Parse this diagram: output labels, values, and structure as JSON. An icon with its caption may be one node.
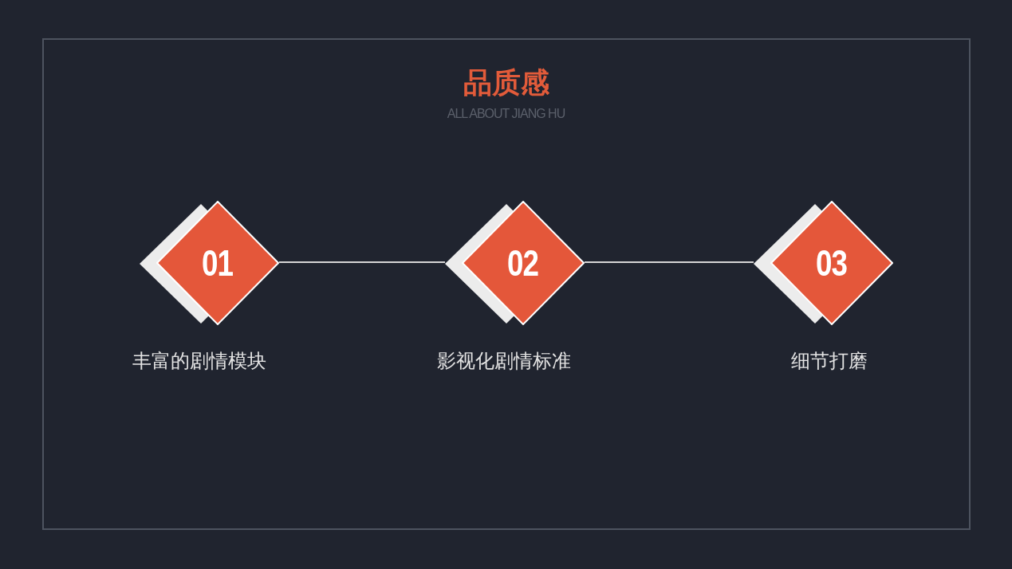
{
  "diagram": {
    "title": "品质感",
    "nodes": [
      {
        "text": [
          "01"
        ],
        "beside": [
          "丰富的剧情模块"
        ]
      },
      {
        "text": [
          "02"
        ],
        "beside": [
          "影视化剧情标准"
        ]
      },
      {
        "text": [
          "03"
        ],
        "beside": [
          "细节打磨"
        ]
      }
    ],
    "edges": [
      {
        "from": 0,
        "to": 1,
        "arrow": "none"
      },
      {
        "from": 1,
        "to": 2,
        "arrow": "none"
      }
    ],
    "labels": [
      "ALL ABOUT JIANG HU"
    ]
  }
}
